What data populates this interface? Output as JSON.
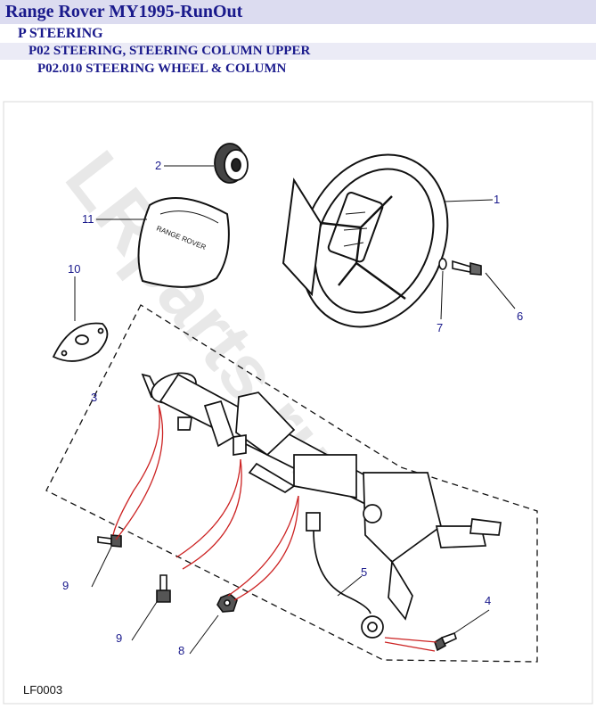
{
  "header": {
    "title": "Range Rover MY1995-RunOut",
    "section": "P STEERING",
    "group": "P02 STEERING, STEERING COLUMN UPPER",
    "subgroup": "P02.010 STEERING WHEEL & COLUMN"
  },
  "diagram": {
    "code": "LF0003",
    "watermark": "LRparts.ru",
    "airbag_text": "RANGE ROVER",
    "callouts": [
      "1",
      "2",
      "3",
      "4",
      "5",
      "6",
      "7",
      "8",
      "9",
      "9",
      "10",
      "11"
    ],
    "colors": {
      "callout": "#1a1a8c",
      "leader_red": "#cc2222",
      "line": "#111111"
    }
  }
}
